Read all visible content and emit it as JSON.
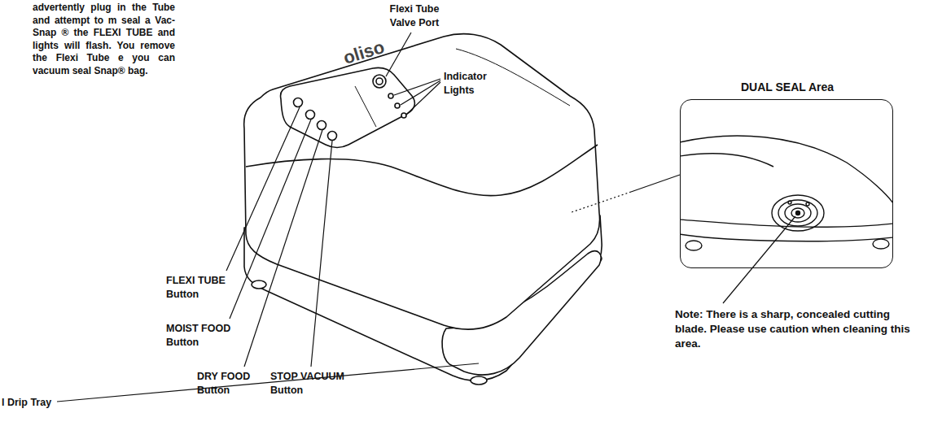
{
  "diagram": {
    "nodes": [
      {
        "text": [
          "DUAL SEAL Area"
        ]
      }
    ],
    "labels": [
      "advertently plug in the Tube and attempt to m seal a Vac-Snap ® the FLEXI TUBE and lights will flash. You remove the Flexi Tube e you can vacuum seal Snap® bag.",
      "Flexi Tube Valve Port",
      "Indicator Lights",
      "oliso",
      "FLEXI TUBE Button",
      "MOIST FOOD Button",
      "DRY FOOD Button",
      "STOP VACUUM Button",
      "Note: There is a sharp, concealed cutting blade. Please use caution when cleaning this area.",
      "l Drip Tray"
    ]
  }
}
